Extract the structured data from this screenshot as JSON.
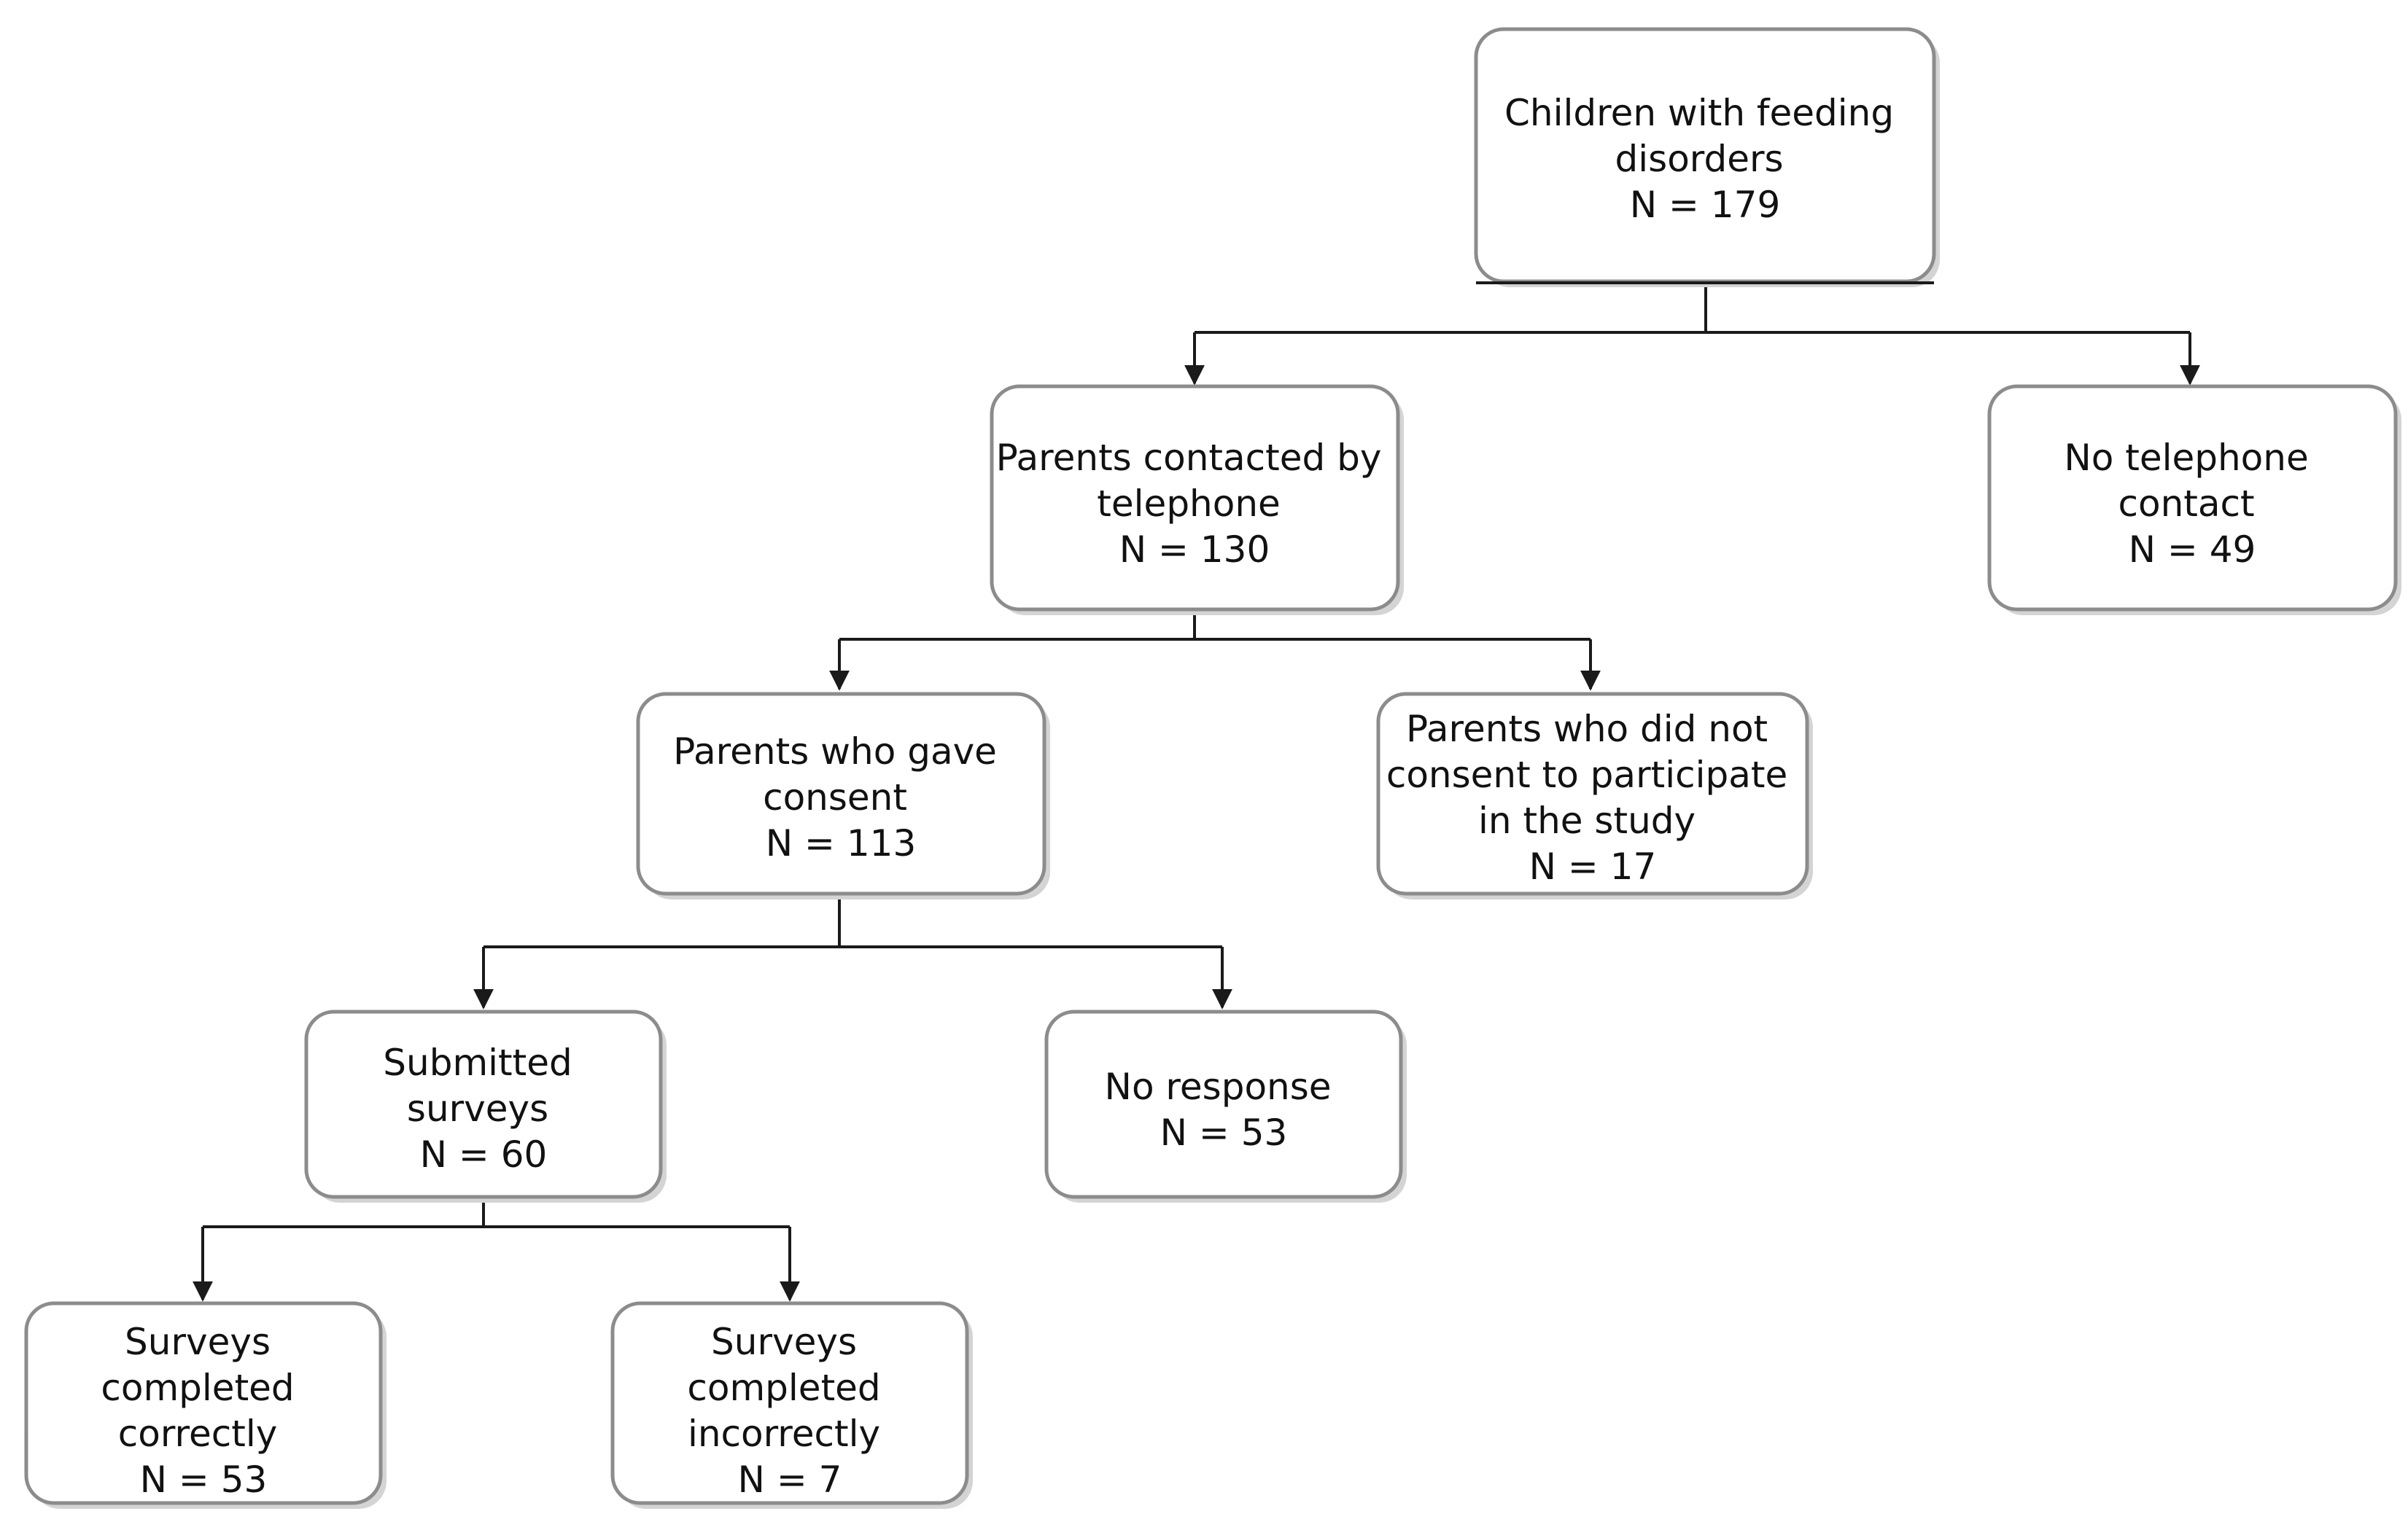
{
  "diagram": {
    "type": "flowchart",
    "nodes": {
      "children": {
        "lines": [
          "Children with feeding",
          "disorders",
          "N = 179"
        ]
      },
      "contacted": {
        "lines": [
          "Parents contacted by",
          "telephone",
          "N = 130"
        ]
      },
      "no_contact": {
        "lines": [
          "No telephone",
          "contact",
          "N = 49"
        ]
      },
      "consent": {
        "lines": [
          "Parents who gave",
          "consent",
          "N = 113"
        ]
      },
      "no_consent": {
        "lines": [
          "Parents who did not",
          "consent to participate",
          "in the study",
          "N = 17"
        ]
      },
      "submitted": {
        "lines": [
          "Submitted",
          "surveys",
          "N = 60"
        ]
      },
      "no_response": {
        "lines": [
          "No response",
          "N = 53"
        ]
      },
      "correct": {
        "lines": [
          "Surveys",
          "completed",
          "correctly",
          "N = 53"
        ]
      },
      "incorrect": {
        "lines": [
          "Surveys",
          "completed",
          "incorrectly",
          "N = 7"
        ]
      }
    },
    "edges": [
      {
        "from": "children",
        "to": [
          "contacted",
          "no_contact"
        ]
      },
      {
        "from": "contacted",
        "to": [
          "consent",
          "no_consent"
        ]
      },
      {
        "from": "consent",
        "to": [
          "submitted",
          "no_response"
        ]
      },
      {
        "from": "submitted",
        "to": [
          "correct",
          "incorrect"
        ]
      }
    ]
  }
}
